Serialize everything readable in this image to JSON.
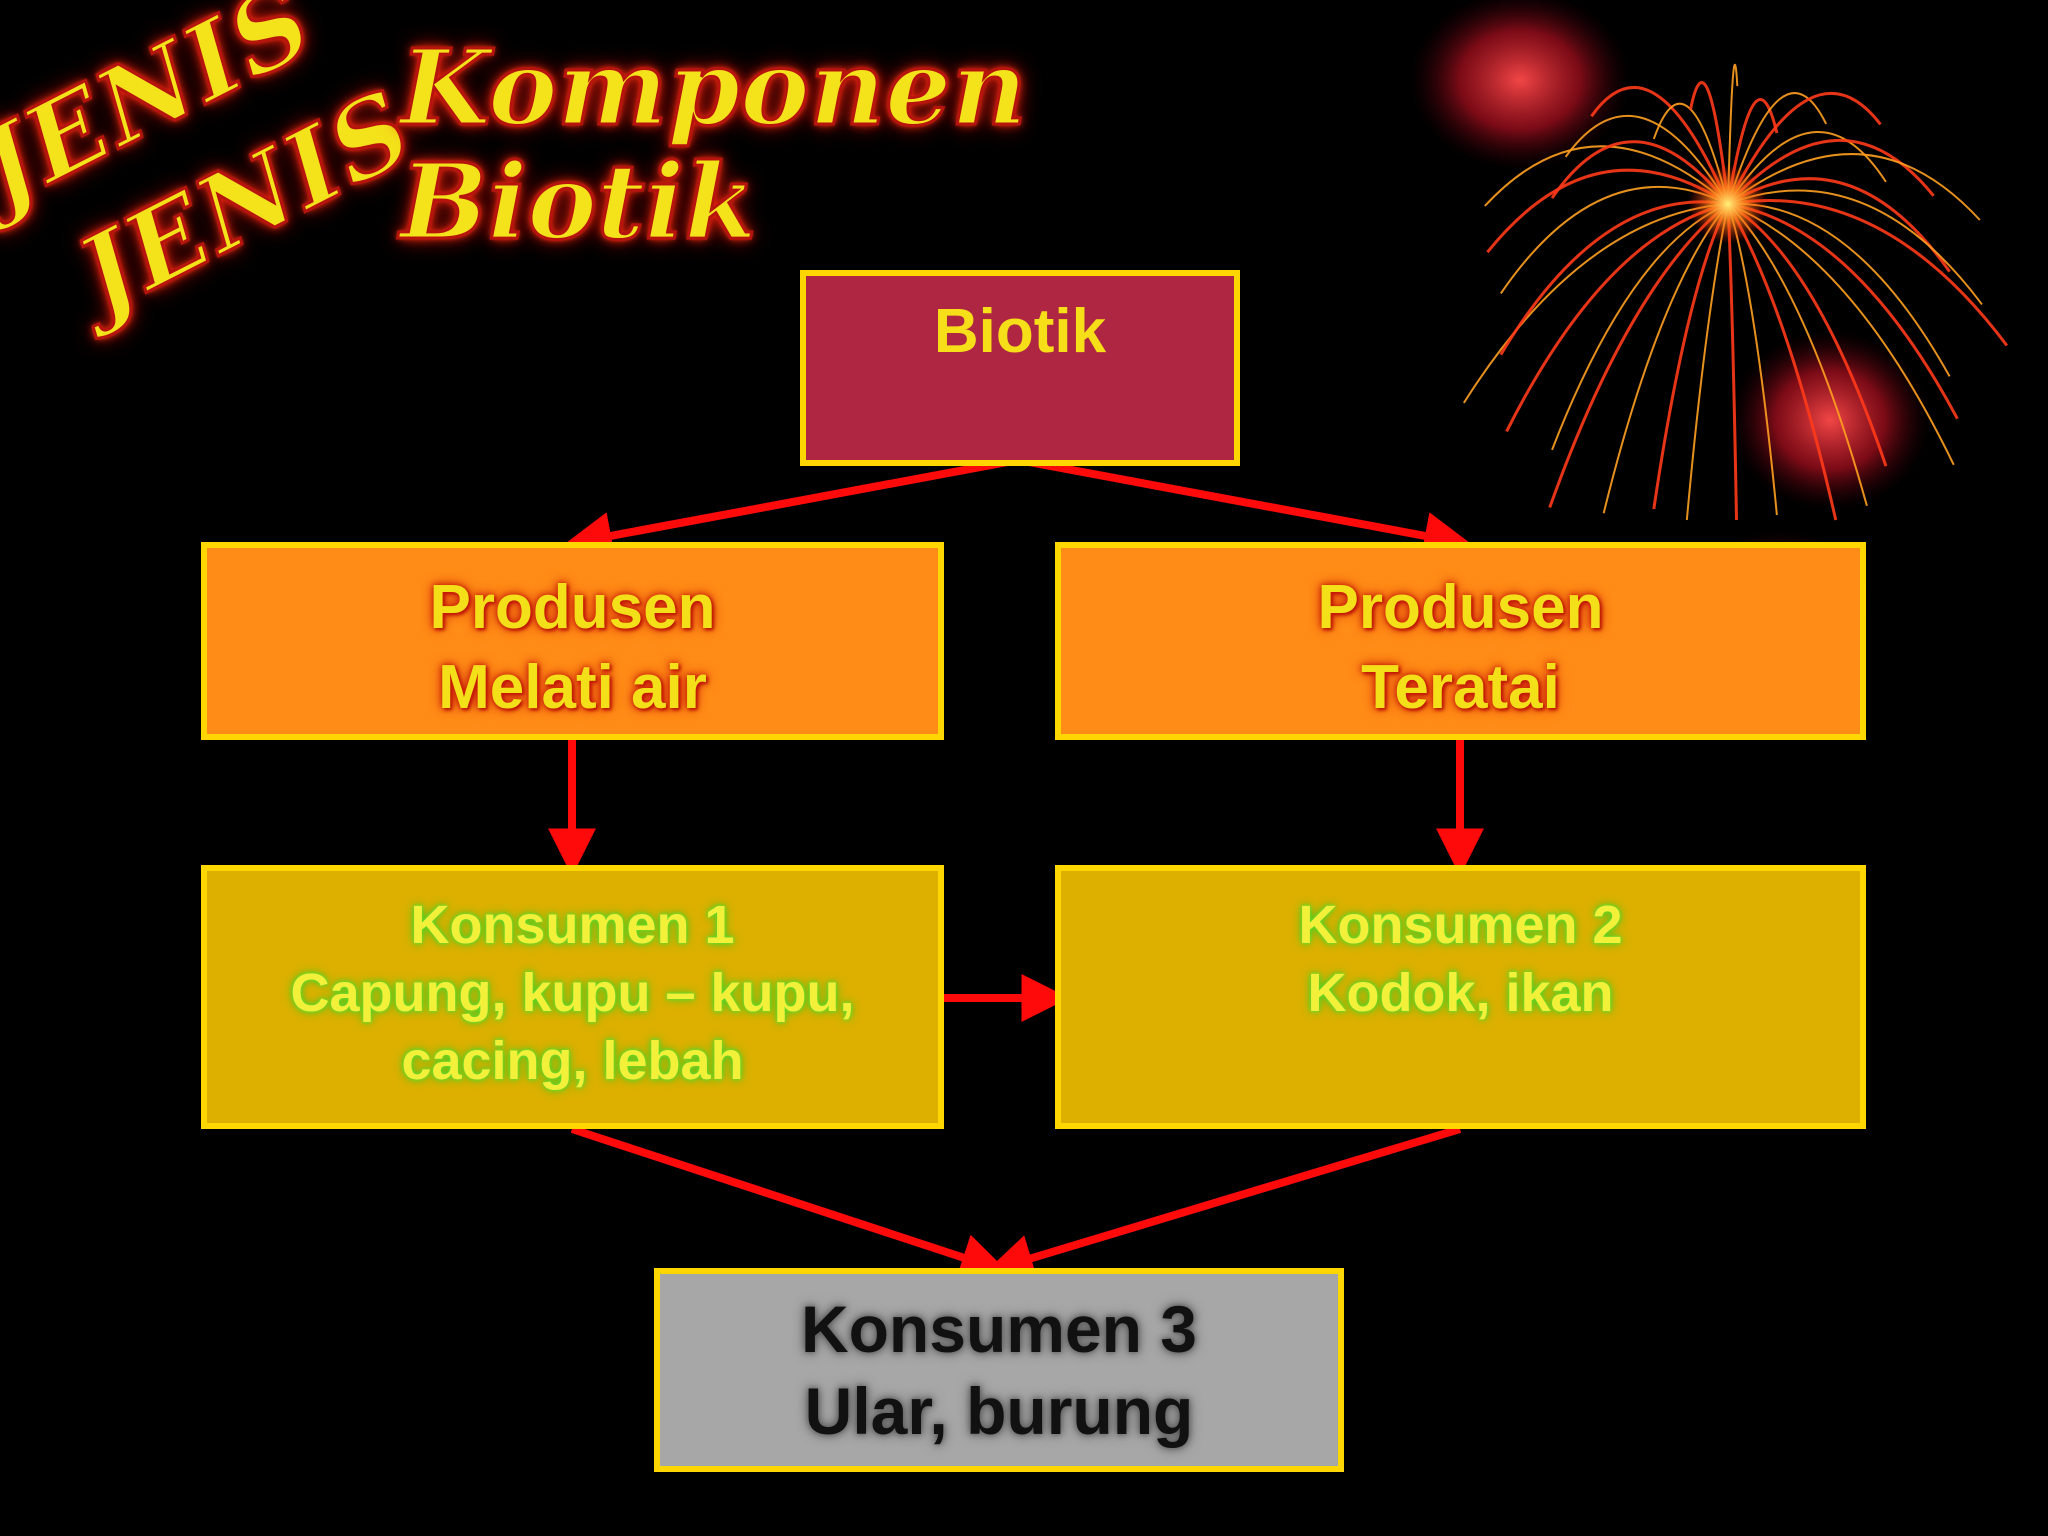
{
  "title": {
    "line1": "JENIS",
    "line2": "JENIS",
    "line3": "Komponen",
    "line4": "Biotik"
  },
  "nodes": {
    "biotik": {
      "lines": [
        "Biotik"
      ]
    },
    "produsen_left": {
      "lines": [
        "Produsen",
        "Melati air"
      ]
    },
    "produsen_right": {
      "lines": [
        "Produsen",
        "Teratai"
      ]
    },
    "konsumen_1": {
      "lines": [
        "Konsumen 1",
        "Capung, kupu – kupu,",
        "cacing, lebah"
      ]
    },
    "konsumen_2": {
      "lines": [
        "Konsumen 2",
        "Kodok, ikan"
      ]
    },
    "konsumen_3": {
      "lines": [
        "Konsumen 3",
        "Ular, burung"
      ]
    }
  },
  "colors": {
    "background": "#000000",
    "arrow": "#ff0a0a",
    "box_border": "#ffd700",
    "biotik_fill": "#ae2642",
    "produsen_fill": "#ff8c16",
    "konsumen_fill": "#ddb000",
    "konsumen3_fill": "#a7a7a7"
  }
}
